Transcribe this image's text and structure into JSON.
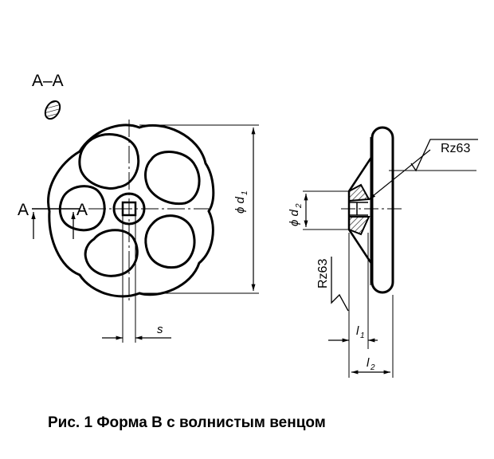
{
  "section_label": "А–А",
  "cut_label_left": "А",
  "cut_label_right": "А",
  "dims": {
    "d1": {
      "symbol": "ϕ d",
      "sub": "1"
    },
    "d2": {
      "symbol": "ϕ d",
      "sub": "2"
    },
    "s": "s",
    "l1": {
      "symbol": "l",
      "sub": "1"
    },
    "l2": {
      "symbol": "l",
      "sub": "2"
    }
  },
  "roughness_upper": "Rz63",
  "roughness_lower": "Rz63",
  "caption": "Рис. 1 Форма В с волнистым венцом"
}
